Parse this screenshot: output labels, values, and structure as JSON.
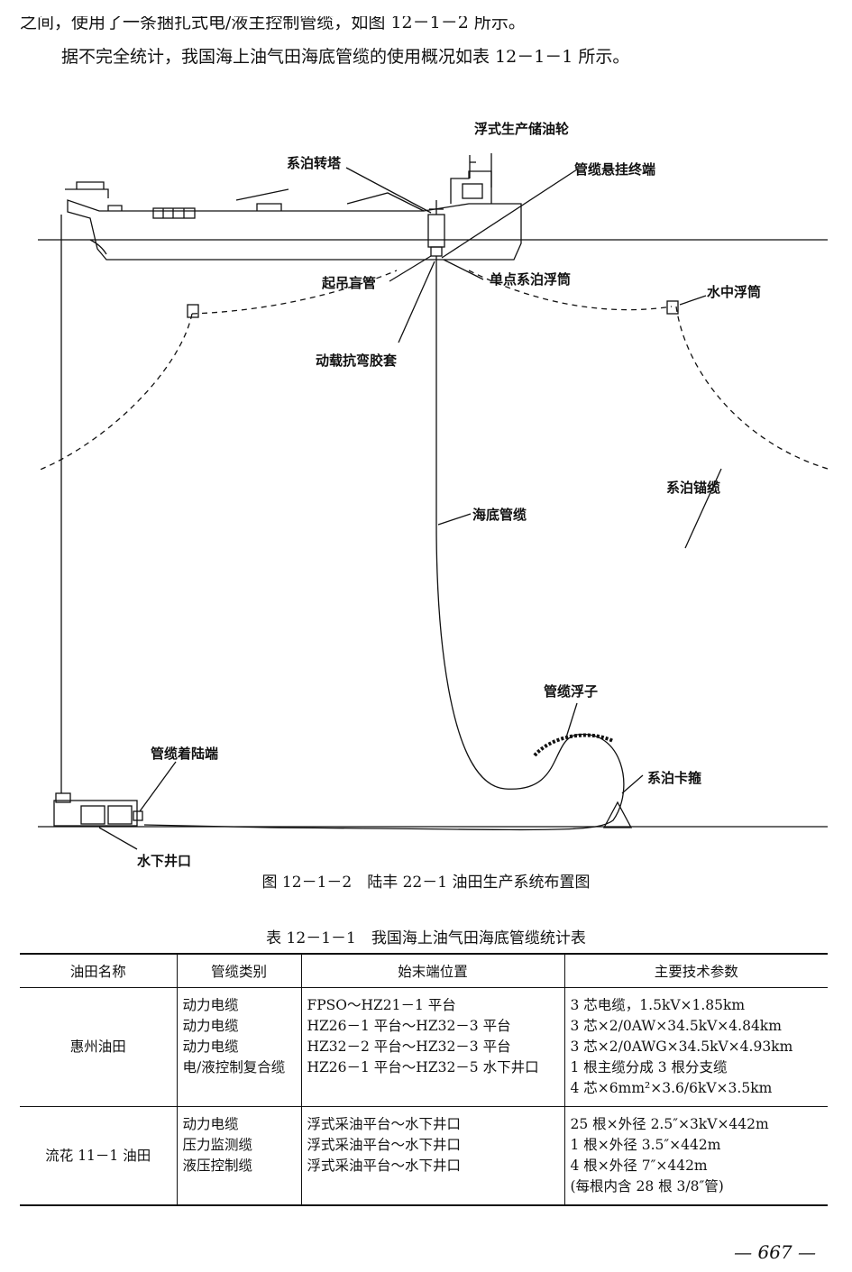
{
  "body": {
    "para_top": "之间，使用了一条捆扎式电/液主控制管缆，如图 12－1－2 所示。",
    "para_main": "据不完全统计，我国海上油气田海底管缆的使用概况如表 12－1－1 所示。"
  },
  "figure": {
    "labels": {
      "fpso": "浮式生产储油轮",
      "mooring_turret": "系泊转塔",
      "cable_hang_end": "管缆悬挂终端",
      "lifting_pipe": "起吊盲管",
      "spm_buoy": "单点系泊浮筒",
      "midwater_buoy": "水中浮筒",
      "bend_sleeve": "动载抗弯胶套",
      "mooring_line": "系泊锚缆",
      "subsea_cable": "海底管缆",
      "cable_float": "管缆浮子",
      "landing_end": "管缆着陆端",
      "mooring_clamp": "系泊卡箍",
      "wellhead": "水下井口"
    },
    "caption": "图 12－1－2　陆丰 22－1 油田生产系统布置图"
  },
  "table": {
    "title": "表 12－1－1　我国海上油气田海底管缆统计表",
    "headers": [
      "油田名称",
      "管缆类别",
      "始末端位置",
      "主要技术参数"
    ],
    "rows": [
      {
        "name": "惠州油田",
        "types": [
          "动力电缆",
          "动力电缆",
          "动力电缆",
          "电/液控制复合缆"
        ],
        "positions": [
          "FPSO～HZ21－1 平台",
          "HZ26－1 平台～HZ32－3 平台",
          "HZ32－2 平台～HZ32－3 平台",
          "HZ26－1 平台～HZ32－5 水下井口"
        ],
        "params": [
          "3 芯电缆，1.5kV×1.85km",
          "3 芯×2/0AW×34.5kV×4.84km",
          "3 芯×2/0AWG×34.5kV×4.93km",
          "1 根主缆分成 3 根分支缆",
          "4 芯×6mm²×3.6/6kV×3.5km"
        ]
      },
      {
        "name": "流花 11－1 油田",
        "types": [
          "动力电缆",
          "压力监测缆",
          "液压控制缆"
        ],
        "positions": [
          "浮式采油平台～水下井口",
          "浮式采油平台～水下井口",
          "浮式采油平台～水下井口"
        ],
        "params": [
          "25 根×外径 2.5″×3kV×442m",
          "1 根×外径 3.5″×442m",
          "4 根×外径 7″×442m",
          "(每根内含 28 根 3/8″管)"
        ]
      }
    ]
  },
  "footer": {
    "page_number": "— 667 —"
  }
}
